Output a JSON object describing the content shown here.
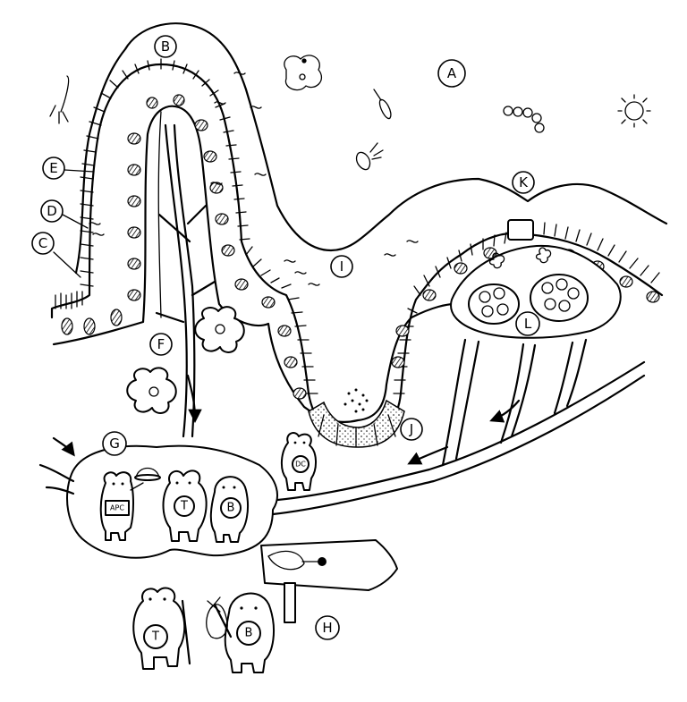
{
  "labels": {
    "A": "A",
    "B": "B",
    "C": "C",
    "D": "D",
    "E": "E",
    "F": "F",
    "G": "G",
    "H": "H",
    "I": "I",
    "J": "J",
    "K": "K",
    "L": "L"
  },
  "cells": {
    "t_node": "T",
    "b_node": "B",
    "apc_badge": "APC",
    "dc_cell": "DC",
    "t_walker": "T",
    "b_walker": "B"
  }
}
